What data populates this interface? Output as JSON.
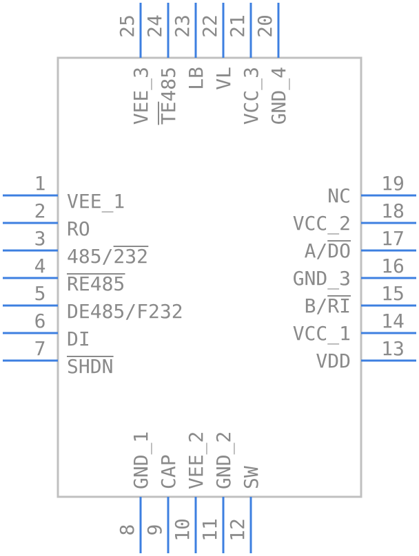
{
  "colors": {
    "body_outline": "#c0c0c0",
    "pin": "#3d7fe0",
    "text": "#8a8a8a",
    "background": "#ffffff"
  },
  "pins": {
    "left": [
      {
        "num": "1",
        "name": "VEE_1",
        "overbar": false
      },
      {
        "num": "2",
        "name": "RO",
        "overbar": false
      },
      {
        "num": "3",
        "name": "485/232",
        "overbar": "232"
      },
      {
        "num": "4",
        "name": "RE485",
        "overbar": "RE485"
      },
      {
        "num": "5",
        "name": "DE485/F232",
        "overbar": false
      },
      {
        "num": "6",
        "name": "DI",
        "overbar": false
      },
      {
        "num": "7",
        "name": "SHDN",
        "overbar": "SHDN"
      }
    ],
    "right": [
      {
        "num": "19",
        "name": "NC",
        "overbar": false
      },
      {
        "num": "18",
        "name": "VCC_2",
        "overbar": false
      },
      {
        "num": "17",
        "name": "A/DO",
        "overbar": "DO"
      },
      {
        "num": "16",
        "name": "GND_3",
        "overbar": false
      },
      {
        "num": "15",
        "name": "B/RI",
        "overbar": "RI"
      },
      {
        "num": "14",
        "name": "VCC_1",
        "overbar": false
      },
      {
        "num": "13",
        "name": "VDD",
        "overbar": false
      }
    ],
    "top": [
      {
        "num": "25",
        "name": "VEE_3",
        "overbar": false
      },
      {
        "num": "24",
        "name": "TE485",
        "overbar": "TE"
      },
      {
        "num": "23",
        "name": "LB",
        "overbar": false
      },
      {
        "num": "22",
        "name": "VL",
        "overbar": false
      },
      {
        "num": "21",
        "name": "VCC_3",
        "overbar": false
      },
      {
        "num": "20",
        "name": "GND_4",
        "overbar": false
      }
    ],
    "bottom": [
      {
        "num": "8",
        "name": "GND_1",
        "overbar": false
      },
      {
        "num": "9",
        "name": "CAP",
        "overbar": false
      },
      {
        "num": "10",
        "name": "VEE_2",
        "overbar": false
      },
      {
        "num": "11",
        "name": "GND_2",
        "overbar": false
      },
      {
        "num": "12",
        "name": "SW",
        "overbar": false
      }
    ]
  }
}
